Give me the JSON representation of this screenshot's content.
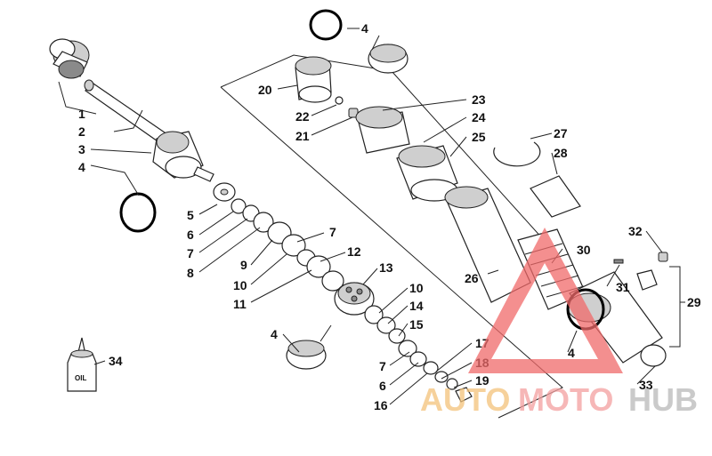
{
  "diagram": {
    "callouts": [
      {
        "id": "c1",
        "text": "1"
      },
      {
        "id": "c2",
        "text": "2"
      },
      {
        "id": "c3",
        "text": "3"
      },
      {
        "id": "c4a",
        "text": "4"
      },
      {
        "id": "c5",
        "text": "5"
      },
      {
        "id": "c6a",
        "text": "6"
      },
      {
        "id": "c7a",
        "text": "7"
      },
      {
        "id": "c8",
        "text": "8"
      },
      {
        "id": "c9",
        "text": "9"
      },
      {
        "id": "c10a",
        "text": "10"
      },
      {
        "id": "c11",
        "text": "11"
      },
      {
        "id": "c7b",
        "text": "7"
      },
      {
        "id": "c12",
        "text": "12"
      },
      {
        "id": "c13",
        "text": "13"
      },
      {
        "id": "c10b",
        "text": "10"
      },
      {
        "id": "c14",
        "text": "14"
      },
      {
        "id": "c15",
        "text": "15"
      },
      {
        "id": "c4b",
        "text": "4"
      },
      {
        "id": "c17",
        "text": "17"
      },
      {
        "id": "c18",
        "text": "18"
      },
      {
        "id": "c19",
        "text": "19"
      },
      {
        "id": "c7c",
        "text": "7"
      },
      {
        "id": "c6b",
        "text": "6"
      },
      {
        "id": "c16",
        "text": "16"
      },
      {
        "id": "c4c",
        "text": "4"
      },
      {
        "id": "c20",
        "text": "20"
      },
      {
        "id": "c22",
        "text": "22"
      },
      {
        "id": "c21",
        "text": "21"
      },
      {
        "id": "c23",
        "text": "23"
      },
      {
        "id": "c24",
        "text": "24"
      },
      {
        "id": "c25",
        "text": "25"
      },
      {
        "id": "c27",
        "text": "27"
      },
      {
        "id": "c28",
        "text": "28"
      },
      {
        "id": "c26",
        "text": "26"
      },
      {
        "id": "c30",
        "text": "30"
      },
      {
        "id": "c32",
        "text": "32"
      },
      {
        "id": "c31",
        "text": "31"
      },
      {
        "id": "c29",
        "text": "29"
      },
      {
        "id": "c4d",
        "text": "4"
      },
      {
        "id": "c33",
        "text": "33"
      },
      {
        "id": "c34",
        "text": "34"
      }
    ],
    "oil_label": "OIL"
  },
  "watermark": {
    "auto": "AUTO",
    "moto": "MOTO",
    "hub": "HUB",
    "colors": {
      "auto": "#f3c27a",
      "moto": "#f3a0a0",
      "hub": "#b9b9b9",
      "triangle": "#f06a6a"
    }
  }
}
